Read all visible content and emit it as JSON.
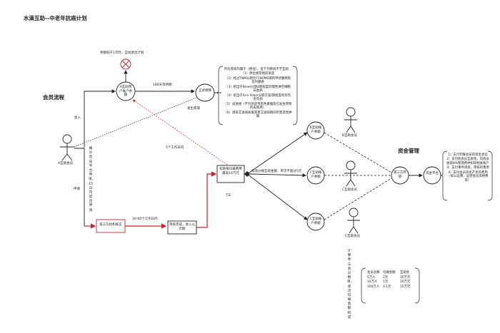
{
  "title": "水滴互助--中老年抗癌计划",
  "sections": {
    "members": "会员流程",
    "funds": "资金管理"
  },
  "alert": "余额低于1元时，自动退出计划",
  "nodes": {
    "a_account": "A互助用户账户余额",
    "public_notice": "正式保障",
    "third_party": "第三方机构核实",
    "review": "审核完成，进入公示期",
    "deduct": "扣款每均摊费用最高10万元",
    "b_account": "B互助账户余额",
    "c_account": "C互助账户余额",
    "third_party_pay": "第三方存管",
    "fund_pool": "资金平台"
  },
  "people": {
    "a_member": "A互助会员",
    "b_member": "B互助会员",
    "c_member": "C互助会员"
  },
  "edges": {
    "join": "加入",
    "wait_period": "180天等待期",
    "occur": "发生疾病",
    "apply": "申请",
    "report_vertical": "确诊后向平台申请，15日内提出申请",
    "verify_days": "30-60个工作日内",
    "public_days": "5个工作日内",
    "seven_days": "7天",
    "split": "扣减分摊互助金额，单次不超过5元"
  },
  "exclusions": [
    "所有疾病均属于（癌症），但下列疾病不予互助：",
    "（1）原位癌及癌前病变",
    "（2）经过TNM分期为T1N0M0期的甲状腺癌和前列腺癌",
    "（3）相当于Binet分期A期程度的慢性淋巴细胞白血病",
    "（4）相当于Ann Arbor分期方案I期程度的何杰金氏病",
    "（5）皮肤癌（不包括恶性黑色素瘤及已发生转移的皮肤癌）",
    "（6）感染艾滋病病毒或患艾滋病期间所患恶性肿瘤"
  ],
  "fund_rules": [
    "1）支付到账会员的资金状态",
    "2）支付给会员互助金，向会员收取8%管理费并扣除相关账户",
    "3）支付事件调查，审核的费用",
    "4）支付会员资金产生的费用（如公证费，运营会员资格费等）"
  ],
  "share_note": "计算参与会员数目，单次均摊金额构成",
  "table": {
    "headers": [
      "会员总数",
      "均摊金额",
      "互助金"
    ],
    "rows": [
      [
        "5万人",
        "2元",
        "10万元"
      ],
      [
        "10万人",
        "1元",
        "10万元"
      ],
      [
        "100万人",
        "0.1元",
        "10万元"
      ]
    ]
  },
  "colors": {
    "accent": "#c0282e",
    "line": "#222222"
  }
}
